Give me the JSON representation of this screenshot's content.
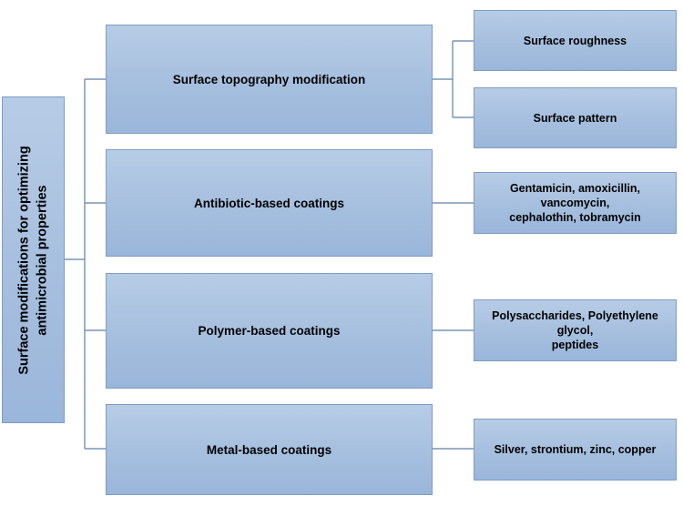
{
  "root": {
    "line1": "Surface modifications for optimizing",
    "line2": "antimicrobial properties"
  },
  "categories": [
    "Surface topography modification",
    "Antibiotic-based coatings",
    "Polymer-based coatings",
    "Metal-based coatings"
  ],
  "leaves": {
    "topography": [
      "Surface roughness",
      "Surface pattern"
    ],
    "antibiotic": [
      "Gentamicin, amoxicillin, vancomycin,",
      "cephalothin, tobramycin"
    ],
    "polymer": [
      "Polysaccharides, Polyethylene glycol,",
      "peptides"
    ],
    "metal": [
      "Silver, strontium, zinc, copper"
    ]
  },
  "colors": {
    "box_fill": "#a6bfdf",
    "box_border": "#7f9cc0",
    "connector": "#5f7fa8"
  }
}
